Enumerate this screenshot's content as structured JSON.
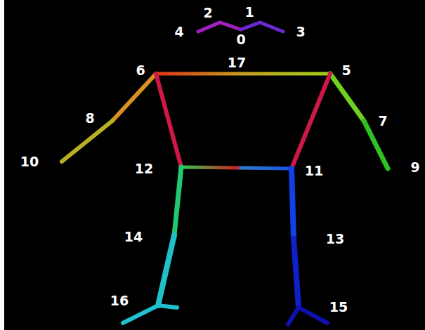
{
  "diagram": {
    "labels": [
      "2",
      "1",
      "4",
      "0",
      "3",
      "6",
      "17",
      "5",
      "8",
      "7",
      "10",
      "12",
      "11",
      "9",
      "14",
      "13",
      "16",
      "15"
    ]
  }
}
